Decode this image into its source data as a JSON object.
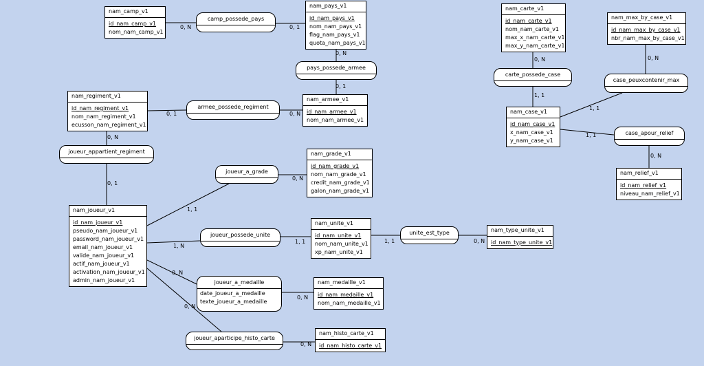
{
  "entities": {
    "camp": {
      "name": "nam_camp_v1",
      "fields": [
        "id_nam_camp_v1",
        "nom_nam_camp_v1"
      ]
    },
    "pays": {
      "name": "nam_pays_v1",
      "fields": [
        "id_nam_pays_v1",
        "nom_nam_pays_v1",
        "flag_nam_pays_v1",
        "quota_nam_pays_v1"
      ]
    },
    "carte": {
      "name": "nam_carte_v1",
      "fields": [
        "id_nam_carte_v1",
        "nom_nam_carte_v1",
        "max_x_nam_carte_v1",
        "max_y_nam_carte_v1"
      ]
    },
    "max_by_case": {
      "name": "nam_max_by_case_v1",
      "fields": [
        "id_nam_max_by_case_v1",
        "nbr_nam_max_by_case_v1"
      ]
    },
    "regiment": {
      "name": "nam_regiment_v1",
      "fields": [
        "id_nam_regiment_v1",
        "nom_nam_regiment_v1",
        "ecusson_nam_regiment_v1"
      ]
    },
    "armee": {
      "name": "nam_armee_v1",
      "fields": [
        "id_nam_armee_v1",
        "nom_nam_armee_v1"
      ]
    },
    "case": {
      "name": "nam_case_v1",
      "fields": [
        "id_nam_case_v1",
        "x_nam_case_v1",
        "y_nam_case_v1"
      ]
    },
    "grade": {
      "name": "nam_grade_v1",
      "fields": [
        "id_nam_grade_v1",
        "nom_nam_grade_v1",
        "credit_nam_grade_v1",
        "galon_nam_grade_v1"
      ]
    },
    "relief": {
      "name": "nam_relief_v1",
      "fields": [
        "id_nam_relief_v1",
        "niveau_nam_relief_v1"
      ]
    },
    "joueur": {
      "name": "nam_joueur_v1",
      "fields": [
        "id_nam_joueur_v1",
        "pseudo_nam_joueur_v1",
        "password_nam_joueur_v1",
        "email_nam_joueur_v1",
        "valide_nam_joueur_v1",
        "actif_nam_joueur_v1",
        "activation_nam_joueur_v1",
        "admin_nam_joueur_v1"
      ]
    },
    "unite": {
      "name": "nam_unite_v1",
      "fields": [
        "id_nam_unite_v1",
        "nom_nam_unite_v1",
        "xp_nam_unite_v1"
      ]
    },
    "type_unite": {
      "name": "nam_type_unite_v1",
      "fields": [
        "id_nam_type_unite_v1"
      ]
    },
    "medaille": {
      "name": "nam_medaille_v1",
      "fields": [
        "id_nam_medaille_v1",
        "nom_nam_medaille_v1"
      ]
    },
    "histo_carte": {
      "name": "nam_histo_carte_v1",
      "fields": [
        "id_nam_histo_carte_v1"
      ]
    }
  },
  "relations": {
    "camp_possede_pays": {
      "name": "camp_possede_pays",
      "attrs": []
    },
    "pays_possede_armee": {
      "name": "pays_possede_armee",
      "attrs": []
    },
    "carte_possede_case": {
      "name": "carte_possede_case",
      "attrs": []
    },
    "case_peuxcontenir_max": {
      "name": "case_peuxcontenir_max",
      "attrs": []
    },
    "armee_possede_regiment": {
      "name": "armee_possede_regiment",
      "attrs": []
    },
    "case_apour_relief": {
      "name": "case_apour_relief",
      "attrs": []
    },
    "joueur_appartient_regiment": {
      "name": "joueur_appartient_regiment",
      "attrs": []
    },
    "joueur_a_grade": {
      "name": "joueur_a_grade",
      "attrs": []
    },
    "joueur_possede_unite": {
      "name": "joueur_possede_unite",
      "attrs": []
    },
    "unite_est_type": {
      "name": "unite_est_type",
      "attrs": []
    },
    "joueur_a_medaille": {
      "name": "joueur_a_medaille",
      "attrs": [
        "date_joueur_a_medaille",
        "texte_joueur_a_medaille"
      ]
    },
    "joueur_aparticipe_histo_carte": {
      "name": "joueur_aparticipe_histo_carte",
      "attrs": []
    }
  },
  "cardinalities": [
    {
      "label": "0, N"
    },
    {
      "label": "0, 1"
    },
    {
      "label": "0, N"
    },
    {
      "label": "0, 1"
    },
    {
      "label": "0, N"
    },
    {
      "label": "1, 1"
    },
    {
      "label": "1, 1"
    },
    {
      "label": "0, N"
    },
    {
      "label": "0, 1"
    },
    {
      "label": "0, N"
    },
    {
      "label": "1, 1"
    },
    {
      "label": "0, N"
    },
    {
      "label": "0, N"
    },
    {
      "label": "0, 1"
    },
    {
      "label": "1, 1"
    },
    {
      "label": "0, N"
    },
    {
      "label": "1, N"
    },
    {
      "label": "1, 1"
    },
    {
      "label": "1, 1"
    },
    {
      "label": "0, N"
    },
    {
      "label": "0, N"
    },
    {
      "label": "0, N"
    },
    {
      "label": "0, N"
    },
    {
      "label": "0, N"
    }
  ]
}
